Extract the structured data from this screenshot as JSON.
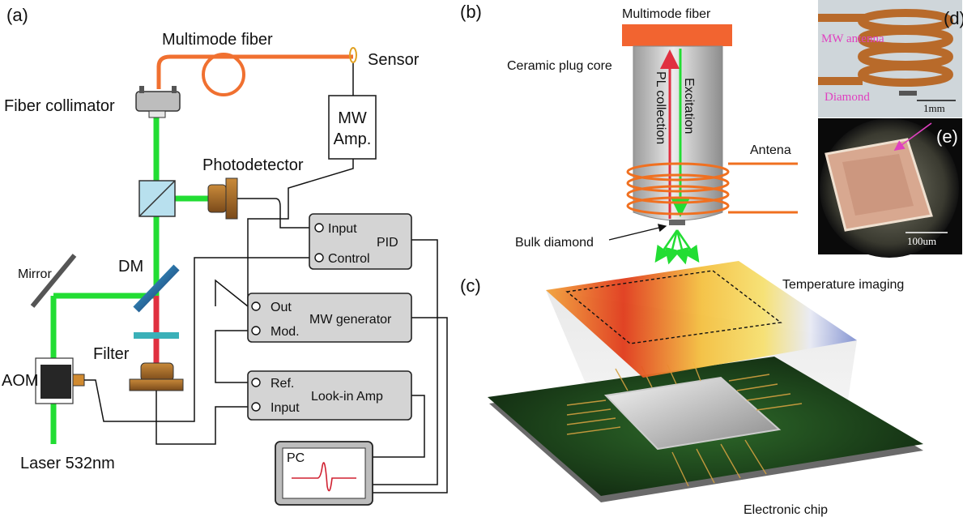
{
  "panels": {
    "a": "(a)",
    "b": "(b)",
    "c": "(c)",
    "d": "(d)",
    "e": "(e)"
  },
  "panel_a": {
    "multimode_fiber": "Multimode fiber",
    "sensor": "Sensor",
    "fiber_collimator": "Fiber collimator",
    "mw_amp_line1": "MW",
    "mw_amp_line2": "Amp.",
    "photodetector": "Photodetector",
    "pid": {
      "title": "PID",
      "input": "Input",
      "control": "Control"
    },
    "mirror": "Mirror",
    "dm": "DM",
    "mw_generator": {
      "title": "MW generator",
      "out": "Out",
      "mod": "Mod."
    },
    "filter": "Filter",
    "aom": "AOM",
    "lockin": {
      "title": "Look-in Amp",
      "ref": "Ref.",
      "input": "Input"
    },
    "pc": "PC",
    "laser": "Laser 532nm"
  },
  "panel_b": {
    "multimode_fiber": "Multimode fiber",
    "ceramic_plug_core": "Ceramic plug core",
    "pl_collection": "PL collection",
    "excitation": "Excitation",
    "antenna": "Antena",
    "bulk_diamond": "Bulk diamond"
  },
  "panel_c": {
    "temperature_imaging": "Temperature imaging",
    "electronic_chip": "Electronic chip"
  },
  "panel_d": {
    "mw_antenna": "MW antenna",
    "diamond": "Diamond",
    "scale": "1mm"
  },
  "panel_e": {
    "scale": "100um"
  },
  "colors": {
    "laser_green": "#22dd33",
    "fiber_orange": "#f07030",
    "pl_red": "#e03040",
    "box_gray": "#d4d4d4",
    "annotation_magenta": "#e040c0"
  }
}
